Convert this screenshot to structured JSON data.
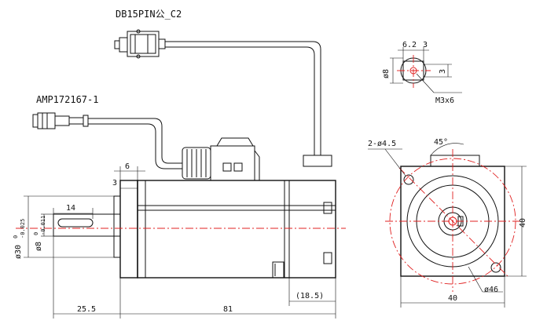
{
  "labels": {
    "encoder_connector": "DB15PIN公_C2",
    "power_connector": "AMP172167-1",
    "flange_hole": "2-ø4.5",
    "angle": "45°",
    "bolt_circle": "ø46",
    "thread": "M3x6"
  },
  "dimensions": {
    "shaft_length": "25.5",
    "body_length": "81",
    "flange_offset": "6",
    "flange_thickness": "3",
    "key_length": "14",
    "pilot_diameter": "ø30",
    "pilot_tolerance_upper": "0",
    "pilot_tolerance_lower": "-0.025",
    "shaft_diameter": "ø8",
    "shaft_tolerance_upper": "0",
    "shaft_tolerance_lower": "-0.011",
    "encoder_cap": "(18.5)",
    "flange_width": "40",
    "flange_height": "40",
    "detail_key_width": "6.2",
    "detail_key_depth": "3",
    "detail_shaft_dia": "ø8",
    "detail_key_height": "3"
  },
  "colors": {
    "line": "#111111",
    "centerline": "#e02020"
  }
}
